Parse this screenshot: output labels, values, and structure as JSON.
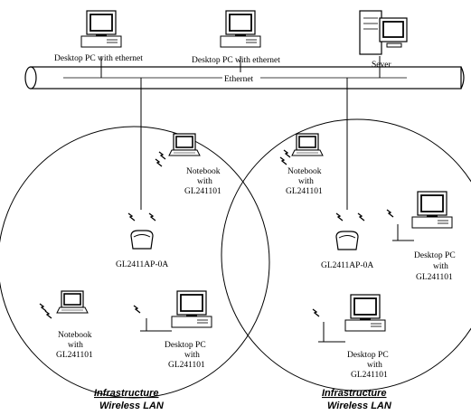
{
  "top": {
    "pc1_label": "Desktop PC with ethernet",
    "pc2_label": "Desktop PC with ethernet",
    "server_label": "Sever",
    "ethernet_label": "Ethernet"
  },
  "left_cell": {
    "notebook_top": [
      "Notebook",
      "with",
      "GL241101"
    ],
    "ap_label": "GL2411AP-0A",
    "notebook_bottom": [
      "Notebook",
      "with",
      "GL241101"
    ],
    "desktop": [
      "Desktop PC",
      "with",
      "GL241101"
    ],
    "caption": [
      "Infrastructure",
      "Wireless LAN"
    ]
  },
  "right_cell": {
    "notebook_top": [
      "Notebook",
      "with",
      "GL241101"
    ],
    "ap_label": "GL2411AP-0A",
    "desktop_right": [
      "Desktop PC",
      "with",
      "GL241101"
    ],
    "desktop_bottom": [
      "Desktop PC",
      "with",
      "GL241101"
    ],
    "caption": [
      "Infrastructure",
      "Wireless LAN"
    ]
  }
}
